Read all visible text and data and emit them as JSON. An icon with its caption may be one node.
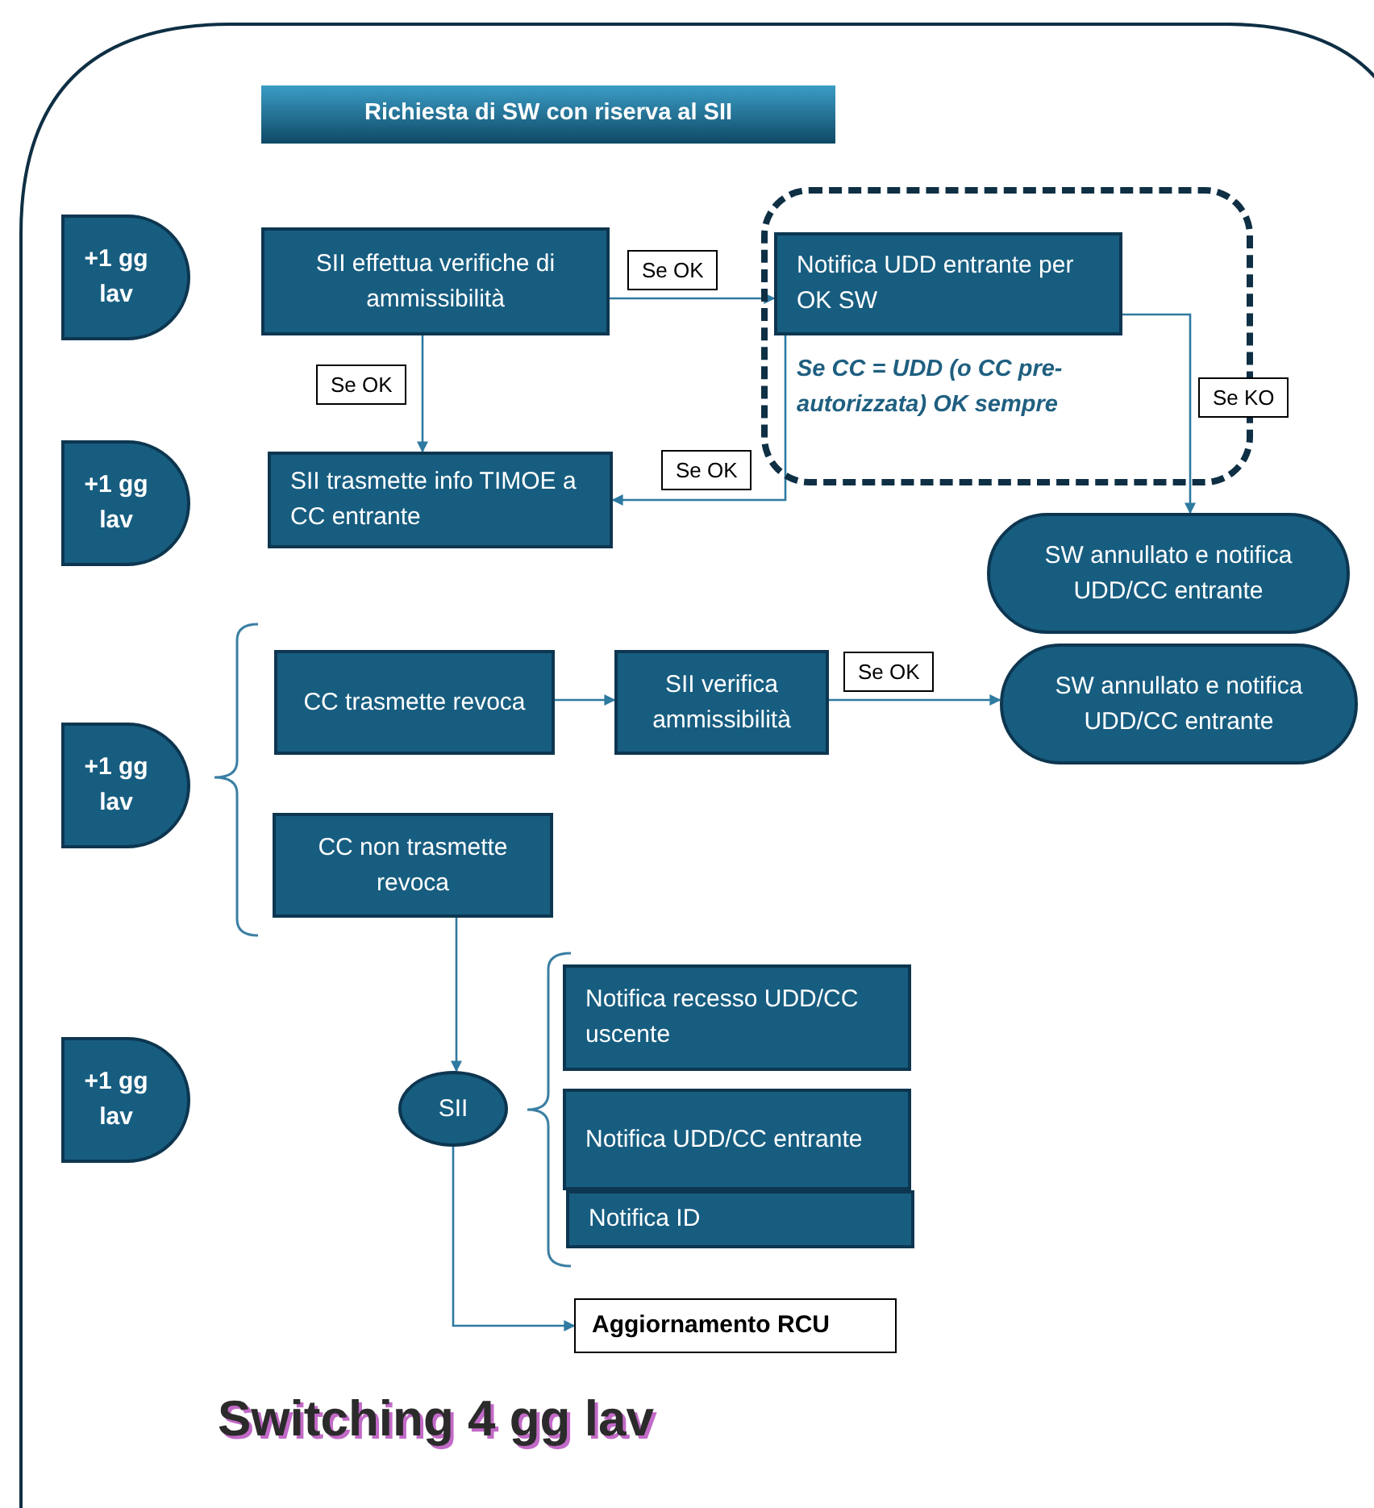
{
  "diagram": {
    "title": "Switching 4 gg lav",
    "nodes": [
      {
        "text": [
          "Richiesta di SW con riserva al SII"
        ]
      },
      {
        "text": [
          "+1 gg lav"
        ]
      },
      {
        "text": [
          "SII effettua verifiche di ammissibilità"
        ]
      },
      {
        "text": [
          "Se CC = UDD (o CC pre-autorizzata) OK sempre"
        ]
      },
      {
        "text": [
          "Notifica UDD entrante per OK SW"
        ],
        "in": 3
      },
      {
        "text": [
          "+1 gg lav"
        ]
      },
      {
        "text": [
          "SII trasmette info TIMOE a CC entrante"
        ]
      },
      {
        "text": [
          "SW annullato e notifica UDD/CC entrante"
        ]
      },
      {
        "text": [
          "+1 gg lav"
        ]
      },
      {
        "text": [
          "CC trasmette revoca"
        ]
      },
      {
        "text": [
          "SII verifica ammissibilità"
        ]
      },
      {
        "text": [
          "SW annullato e notifica UDD/CC entrante"
        ]
      },
      {
        "text": [
          "CC non trasmette revoca"
        ]
      },
      {
        "text": [
          "+1 gg lav"
        ]
      },
      {
        "text": [
          "SII"
        ]
      },
      {
        "text": [
          "Notifica recesso UDD/CC uscente"
        ]
      },
      {
        "text": [
          "Notifica UDD/CC entrante"
        ]
      },
      {
        "text": [
          "Notifica ID"
        ]
      },
      {
        "text": [
          "Aggiornamento RCU"
        ]
      }
    ],
    "edges": [
      {
        "from": 2,
        "to": 4,
        "arrow": "to",
        "label": "Se OK"
      },
      {
        "from": 2,
        "to": 6,
        "arrow": "to",
        "label": "Se OK"
      },
      {
        "from": 4,
        "to": 6,
        "arrow": "to",
        "label": "Se OK"
      },
      {
        "from": 4,
        "to": 7,
        "arrow": "to",
        "label": "Se KO"
      },
      {
        "from": 9,
        "to": 10,
        "arrow": "to"
      },
      {
        "from": 10,
        "to": 11,
        "arrow": "to",
        "label": "Se OK"
      },
      {
        "from": 12,
        "to": 14,
        "arrow": "to"
      },
      {
        "from": 14,
        "to": 18,
        "arrow": "to"
      }
    ]
  }
}
